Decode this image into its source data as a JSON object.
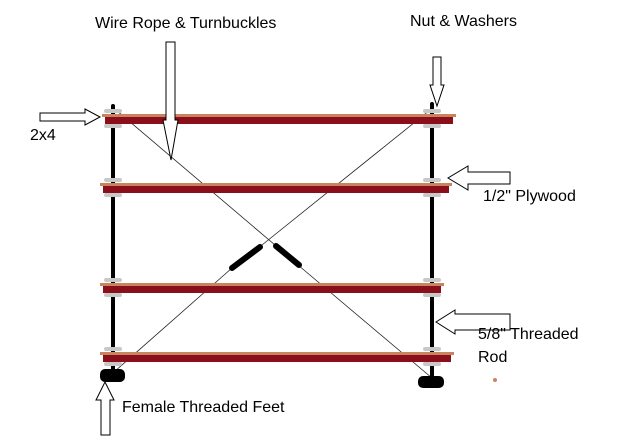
{
  "labels": {
    "wire_rope": "Wire Rope & Turnbuckles",
    "nut_washers": "Nut & Washers",
    "two_by_four": "2x4",
    "plywood": "1/2\" Plywood",
    "threaded_rod_line1": "5/8\" Threaded",
    "threaded_rod_line2": "Rod",
    "feet": "Female Threaded Feet"
  },
  "colors": {
    "shelf_dark": "#8b0f1a",
    "shelf_light": "#c8845e",
    "rod": "#000000",
    "washer": "#c8c8c8"
  }
}
